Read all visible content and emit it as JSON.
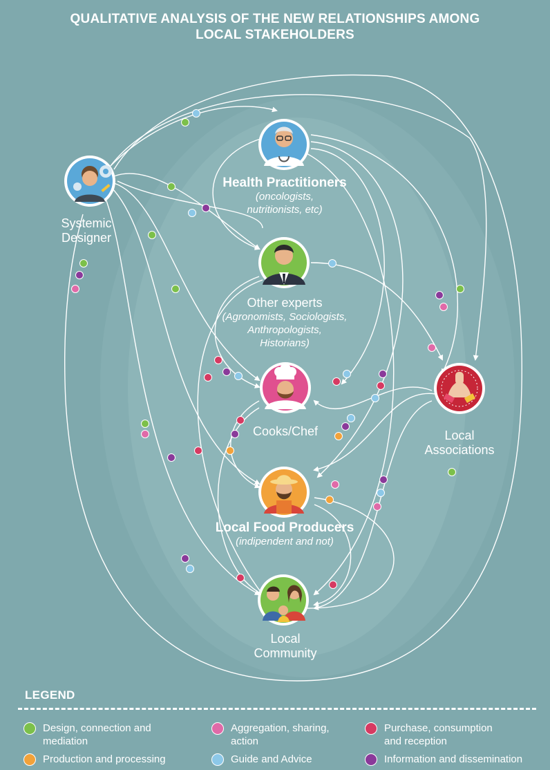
{
  "title": {
    "line1": "QUALITATIVE ANALYSIS OF THE NEW RELATIONSHIPS AMONG",
    "line2": "LOCAL STAKEHOLDERS"
  },
  "nodes": {
    "systemic_designer": {
      "line1": "Systemic",
      "line2": "Designer",
      "icon": "designer-gears-icon",
      "color": "#5aa8d8"
    },
    "health": {
      "name": "Health Practitioners",
      "sub1": "(oncologists,",
      "sub2": "nutritionists, etc)",
      "icon": "doctor-icon",
      "color": "#5aa8d8"
    },
    "experts": {
      "name": "Other experts",
      "sub1": "(Agronomists, Sociologists,",
      "sub2": "Anthropologists,",
      "sub3": "Historians)",
      "icon": "businessman-icon",
      "color": "#7cc04a"
    },
    "cooks": {
      "name": "Cooks/Chef",
      "icon": "chef-icon",
      "color": "#e0508f"
    },
    "producers": {
      "name": "Local Food Producers",
      "sub1": "(indipendent and not)",
      "icon": "farmer-icon",
      "color": "#f2a23a"
    },
    "associations": {
      "line1": "Local",
      "line2": "Associations",
      "icon": "joined-hands-icon",
      "color": "#c62638"
    },
    "community": {
      "line1": "Local",
      "line2": "Community",
      "icon": "family-icon",
      "color": "#7cc04a"
    }
  },
  "legend": {
    "title": "LEGEND",
    "items": [
      {
        "label1": "Design, connection and",
        "label2": "mediation",
        "color": "#7cc04a"
      },
      {
        "label1": "Aggregation, sharing,",
        "label2": "action",
        "color": "#e06aa8"
      },
      {
        "label1": "Purchase, consumption",
        "label2": "and reception",
        "color": "#d63a62"
      },
      {
        "label1": "Production and processing",
        "label2": "",
        "color": "#f2a23a"
      },
      {
        "label1": "Guide and Advice",
        "label2": "",
        "color": "#8cc8e8"
      },
      {
        "label1": "Information and dissemination",
        "label2": "",
        "color": "#8a3a9a"
      }
    ]
  }
}
